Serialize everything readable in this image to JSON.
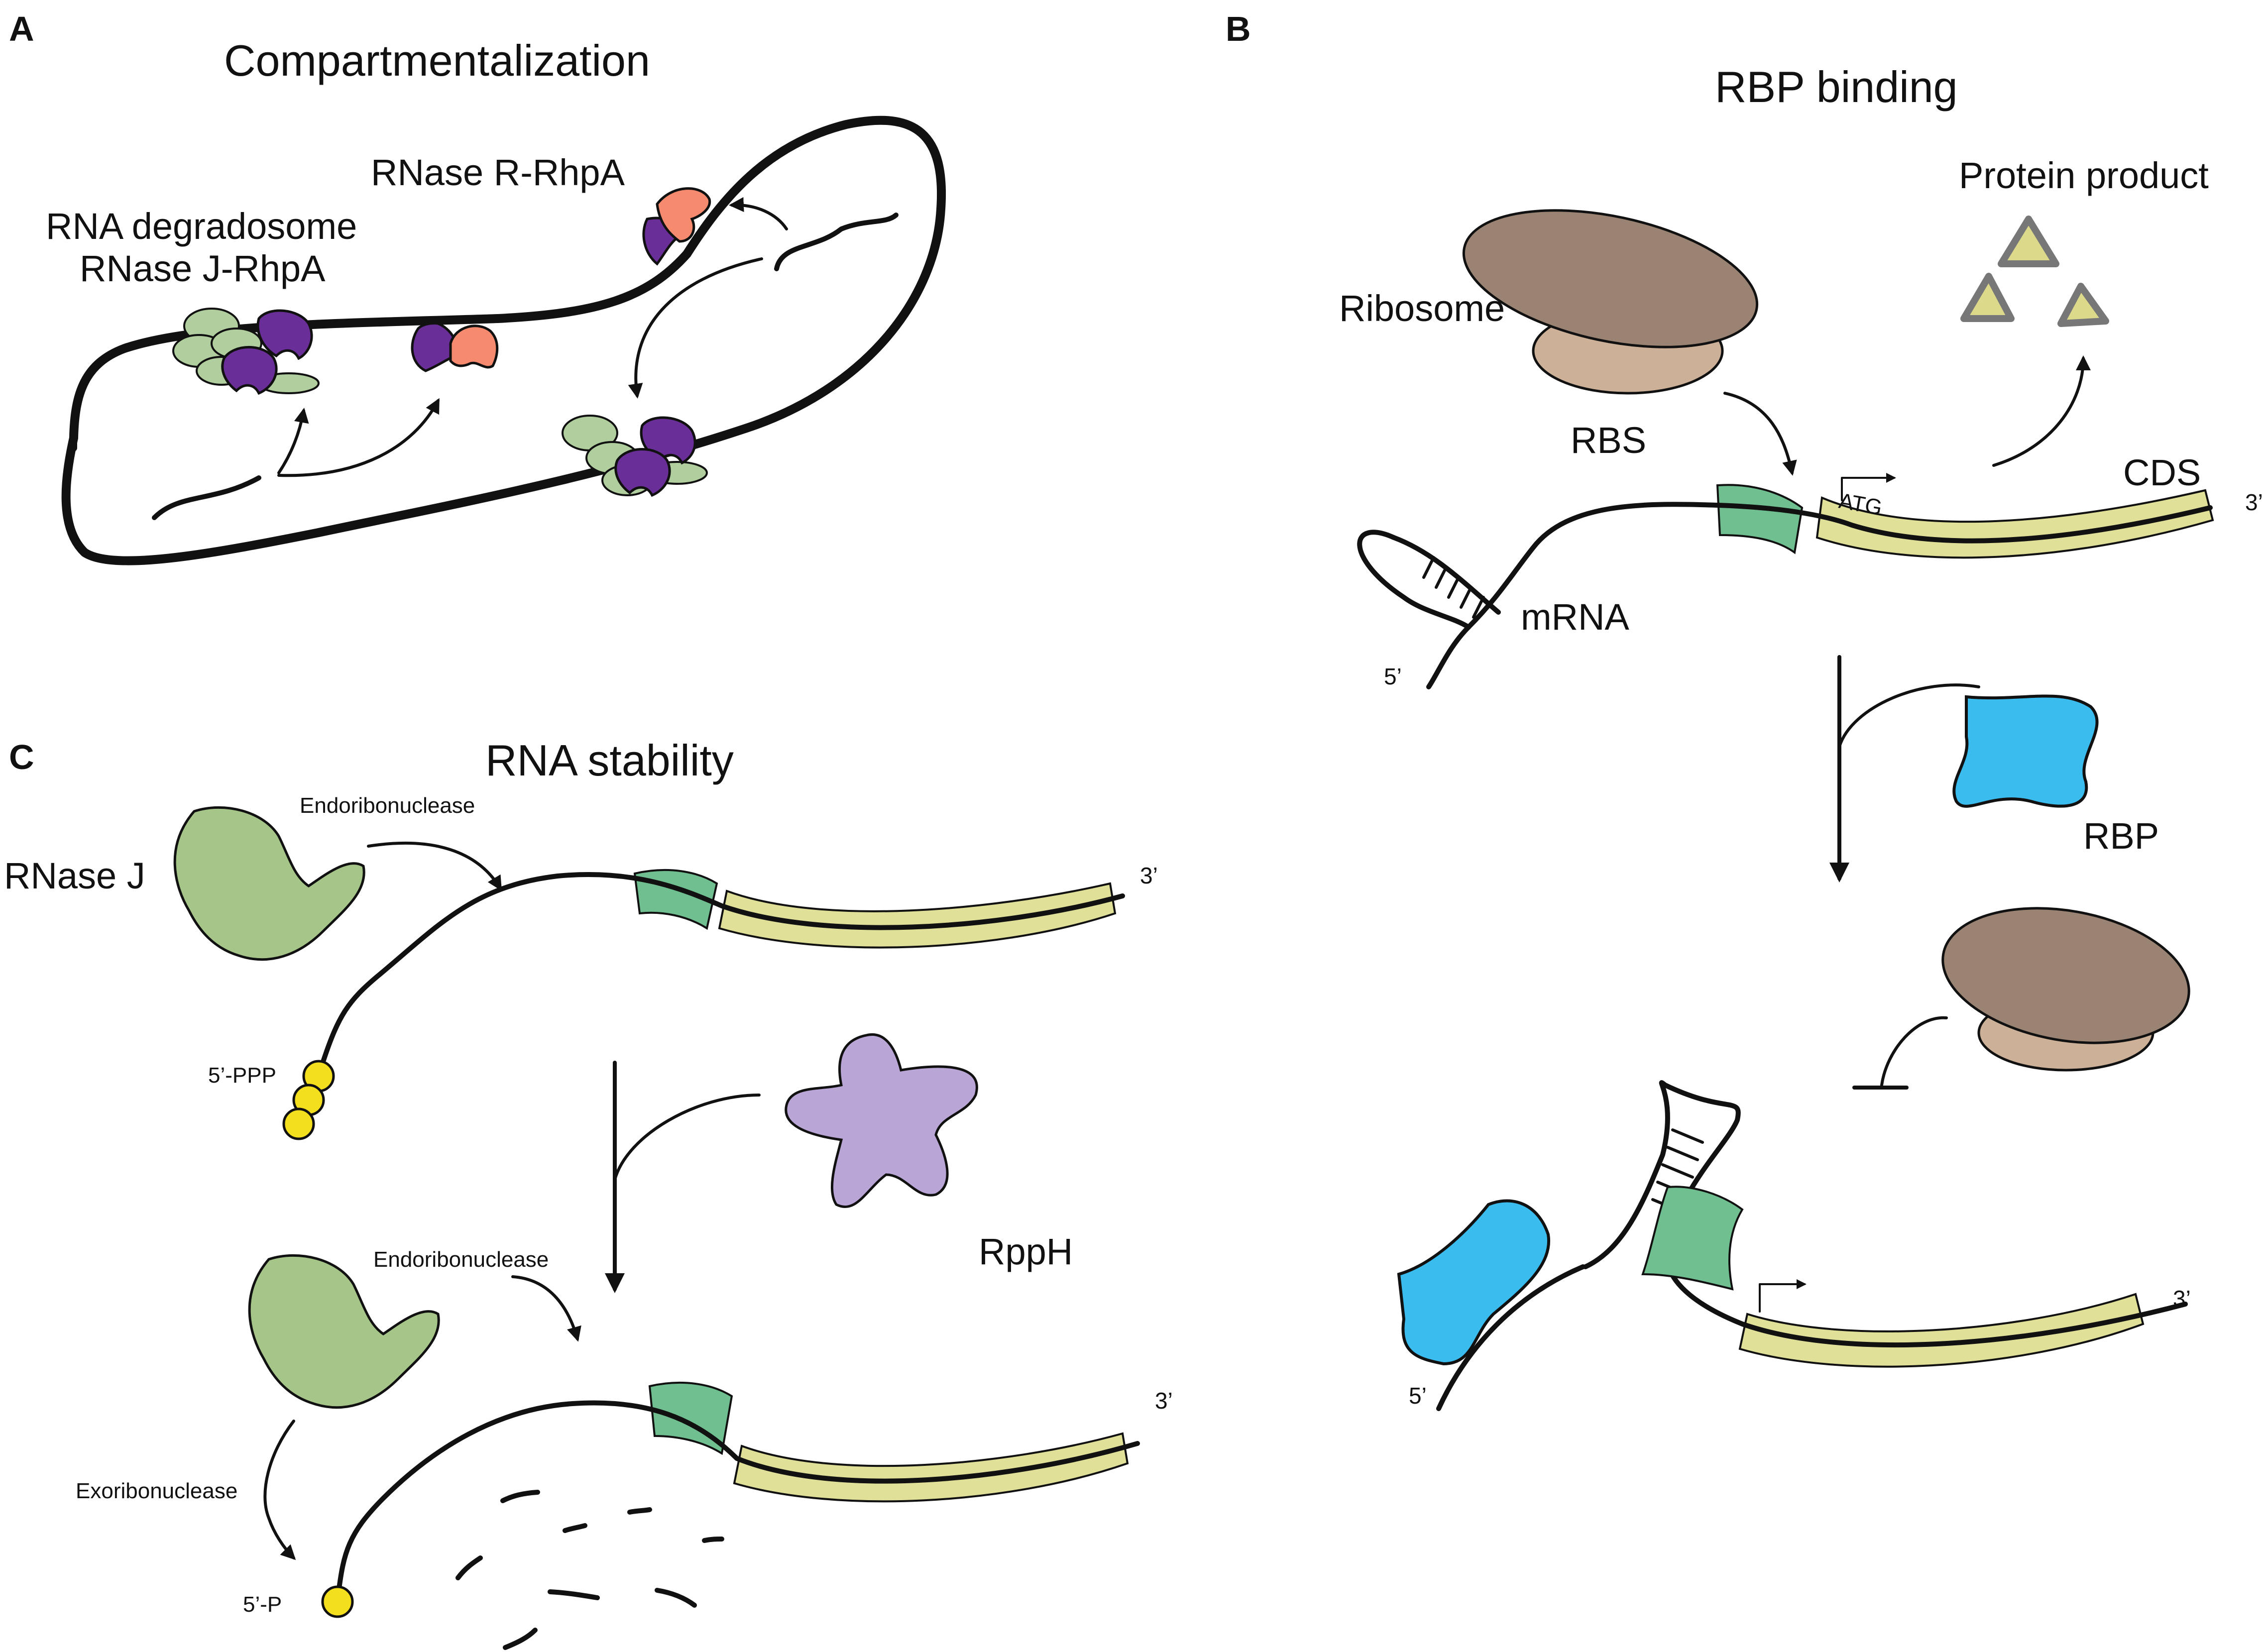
{
  "panels": {
    "a": {
      "letter": "A",
      "title": "Compartmentalization",
      "rnase_r_label": "RNase R-RhpA",
      "degradosome_label_line1": "RNA degradosome",
      "degradosome_label_line2": "RNase J-RhpA"
    },
    "b": {
      "letter": "B",
      "title": "RBP binding",
      "ribosome_label": "Ribosome",
      "protein_label": "Protein product",
      "rbs_label": "RBS",
      "cds_label": "CDS",
      "atg_label": "ATG",
      "three_prime": "3’",
      "five_prime": "5’",
      "mrna_label": "mRNA",
      "rbp_label": "RBP",
      "three_prime_bottom": "3’",
      "five_prime_bottom": "5’"
    },
    "c": {
      "letter": "C",
      "title": "RNA stability",
      "rnasej_label": "RNase J",
      "endo_label_top": "Endoribonuclease",
      "three_prime_top": "3’",
      "ppp_label": "5’-PPP",
      "rpph_label": "RppH",
      "endo_label_bottom": "Endoribonuclease",
      "exo_label": "Exoribonuclease",
      "three_prime_bottom": "3’",
      "p_label": "5’-P"
    }
  },
  "colors": {
    "ribosome_large": "#9a8373",
    "ribosome_small": "#ccb097",
    "rbs": "#6fbf90",
    "cds": "#e0e098",
    "protein": "#dcd98a",
    "rbp": "#3bbcee",
    "rnase_j": "#a6c589",
    "rpph": "#b9a6d6",
    "rhpa": "#6a2e98",
    "rnase_r": "#f58a6e",
    "phosphate": "#f4df1f",
    "degradosome": "#b1cf9e"
  }
}
